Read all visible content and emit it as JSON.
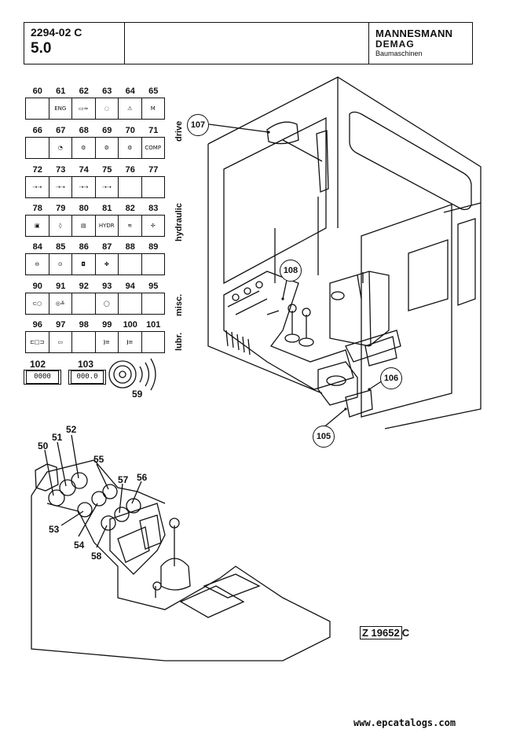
{
  "header": {
    "doc_number": "2294-02 C",
    "section": "5.0",
    "brand_line1": "MANNESMANN",
    "brand_line2": "DEMAG",
    "brand_line3": "Baumaschinen"
  },
  "symbol_grid": {
    "rows": [
      {
        "numbers": [
          "60",
          "61",
          "62",
          "63",
          "64",
          "65"
        ],
        "cells": [
          "",
          "ENG",
          "",
          "",
          "",
          "M"
        ]
      },
      {
        "numbers": [
          "66",
          "67",
          "68",
          "69",
          "70",
          "71"
        ],
        "cells": [
          "",
          "",
          "",
          "",
          "",
          "COMP"
        ]
      },
      {
        "numbers": [
          "72",
          "73",
          "74",
          "75",
          "76",
          "77"
        ],
        "cells": [
          "",
          "",
          "",
          "",
          "",
          ""
        ]
      },
      {
        "numbers": [
          "78",
          "79",
          "80",
          "81",
          "82",
          "83"
        ],
        "cells": [
          "",
          "",
          "",
          "HYDR",
          "",
          ""
        ]
      },
      {
        "numbers": [
          "84",
          "85",
          "86",
          "87",
          "88",
          "89"
        ],
        "cells": [
          "",
          "",
          "",
          "",
          "",
          ""
        ]
      },
      {
        "numbers": [
          "90",
          "91",
          "92",
          "93",
          "94",
          "95"
        ],
        "cells": [
          "",
          "",
          "",
          "",
          "",
          ""
        ]
      },
      {
        "numbers": [
          "96",
          "97",
          "98",
          "99",
          "100",
          "101"
        ],
        "cells": [
          "",
          "",
          "",
          "",
          "",
          ""
        ]
      }
    ],
    "group_labels": [
      "drive",
      "hydraulic",
      "misc.",
      "lubr."
    ]
  },
  "counters": {
    "items": [
      {
        "number": "102",
        "display": "0000"
      },
      {
        "number": "103",
        "display": "000.0"
      }
    ],
    "item_59": "59"
  },
  "cab_callouts": [
    "107",
    "108",
    "106",
    "105"
  ],
  "console_callouts": [
    "50",
    "51",
    "52",
    "55",
    "57",
    "56",
    "53",
    "54",
    "58"
  ],
  "figure_ref": {
    "prefix": "Z 19652",
    "suffix": "C"
  },
  "footer": {
    "site": "www.epcatalogs.com"
  }
}
